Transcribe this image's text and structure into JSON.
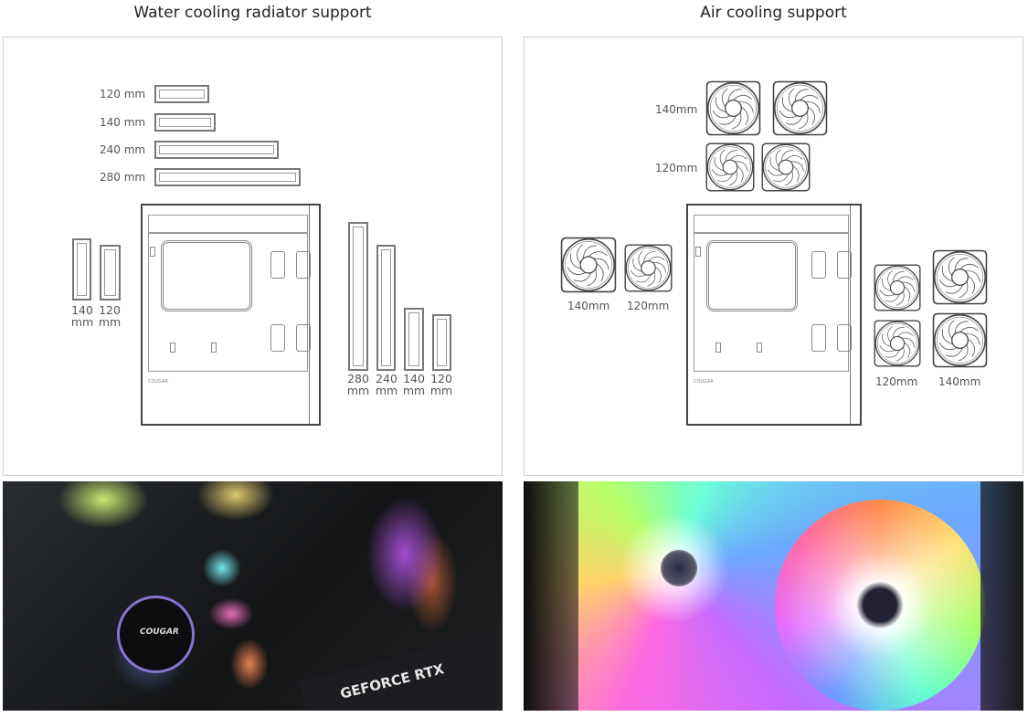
{
  "sections": {
    "water": {
      "title": "Water cooling radiator support",
      "top_radiators": [
        "120 mm",
        "140 mm",
        "240 mm",
        "280 mm"
      ],
      "side_radiators": [
        {
          "size": "140",
          "unit": "mm"
        },
        {
          "size": "120",
          "unit": "mm"
        }
      ],
      "front_radiators": [
        {
          "size": "280",
          "unit": "mm"
        },
        {
          "size": "240",
          "unit": "mm"
        },
        {
          "size": "140",
          "unit": "mm"
        },
        {
          "size": "120",
          "unit": "mm"
        }
      ],
      "case_logo": "COUGAR"
    },
    "air": {
      "title": "Air cooling support",
      "top_labels": [
        "140mm",
        "120mm"
      ],
      "rear_labels": [
        "140mm",
        "120mm"
      ],
      "front_labels": [
        "120mm",
        "140mm"
      ],
      "case_logo": "COUGAR"
    }
  },
  "photos": {
    "water_photo": {
      "pump_logo": "COUGAR",
      "gpu_text": "GEFORCE RTX"
    },
    "air_photo": {}
  }
}
